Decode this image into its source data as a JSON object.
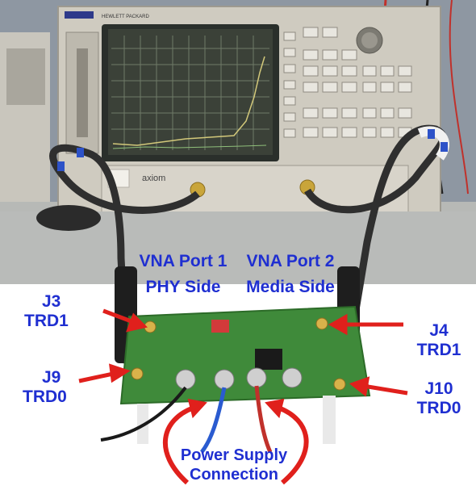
{
  "photo": {
    "instrument": {
      "brand_text": "HEWLETT PACKARD",
      "panel_logo": "axiom"
    }
  },
  "annotations": {
    "vna_port1": {
      "line1": "VNA Port 1",
      "line2": "PHY Side"
    },
    "vna_port2": {
      "line1": "VNA Port 2",
      "line2": "Media Side"
    },
    "j3": {
      "line1": "J3",
      "line2": "TRD1"
    },
    "j9": {
      "line1": "J9",
      "line2": "TRD0"
    },
    "j4": {
      "line1": "J4",
      "line2": "TRD1"
    },
    "j10": {
      "line1": "J10",
      "line2": "TRD0"
    },
    "power": {
      "line1": "Power Supply",
      "line2": "Connection"
    }
  },
  "colors": {
    "label_text": "#1f2fd1",
    "arrow": "#e0201c",
    "pcb": "#3f8a3a",
    "instrument": "#cfcbc0",
    "screen": "#3b4138",
    "wall": "#8e97a2"
  }
}
